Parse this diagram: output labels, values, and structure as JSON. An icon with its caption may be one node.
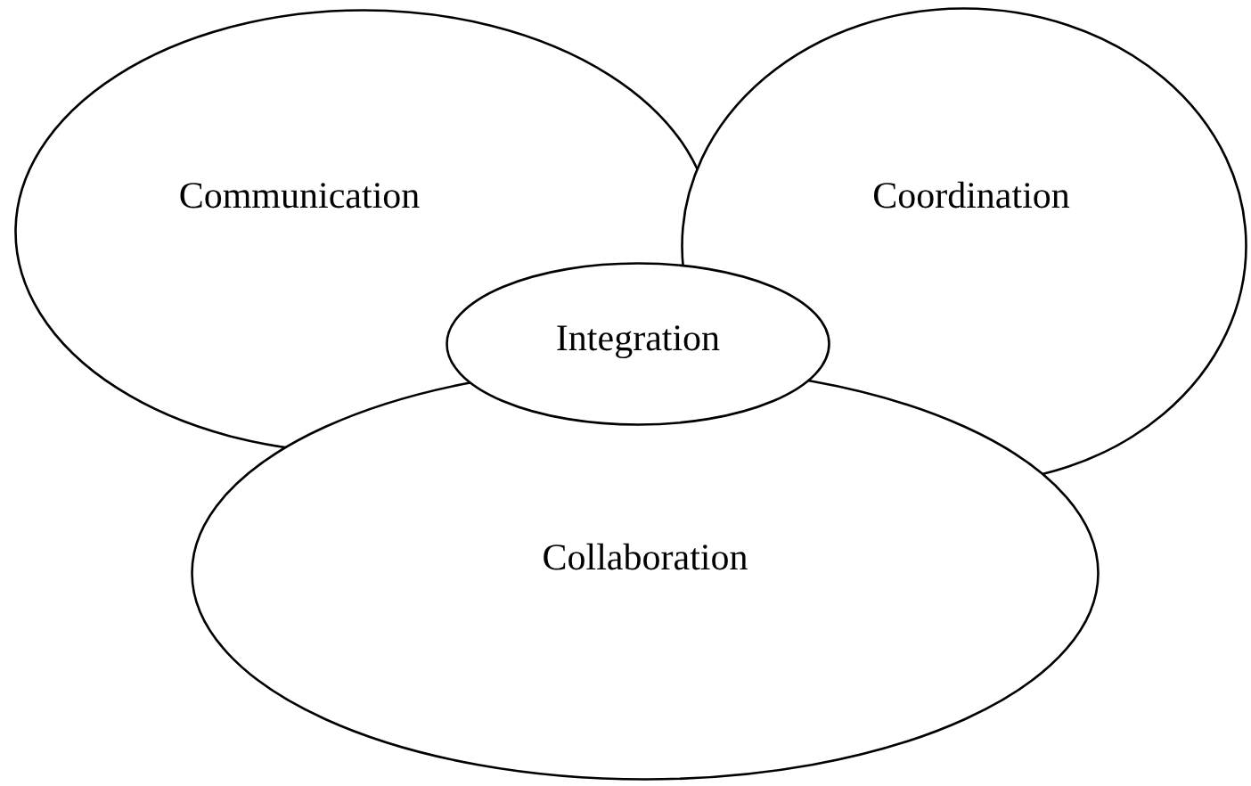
{
  "diagram": {
    "nodes": [
      {
        "text": [
          "Communication"
        ]
      },
      {
        "text": [
          "Coordination"
        ]
      },
      {
        "text": [
          "Integration"
        ]
      },
      {
        "text": [
          "Collaboration"
        ]
      }
    ]
  }
}
